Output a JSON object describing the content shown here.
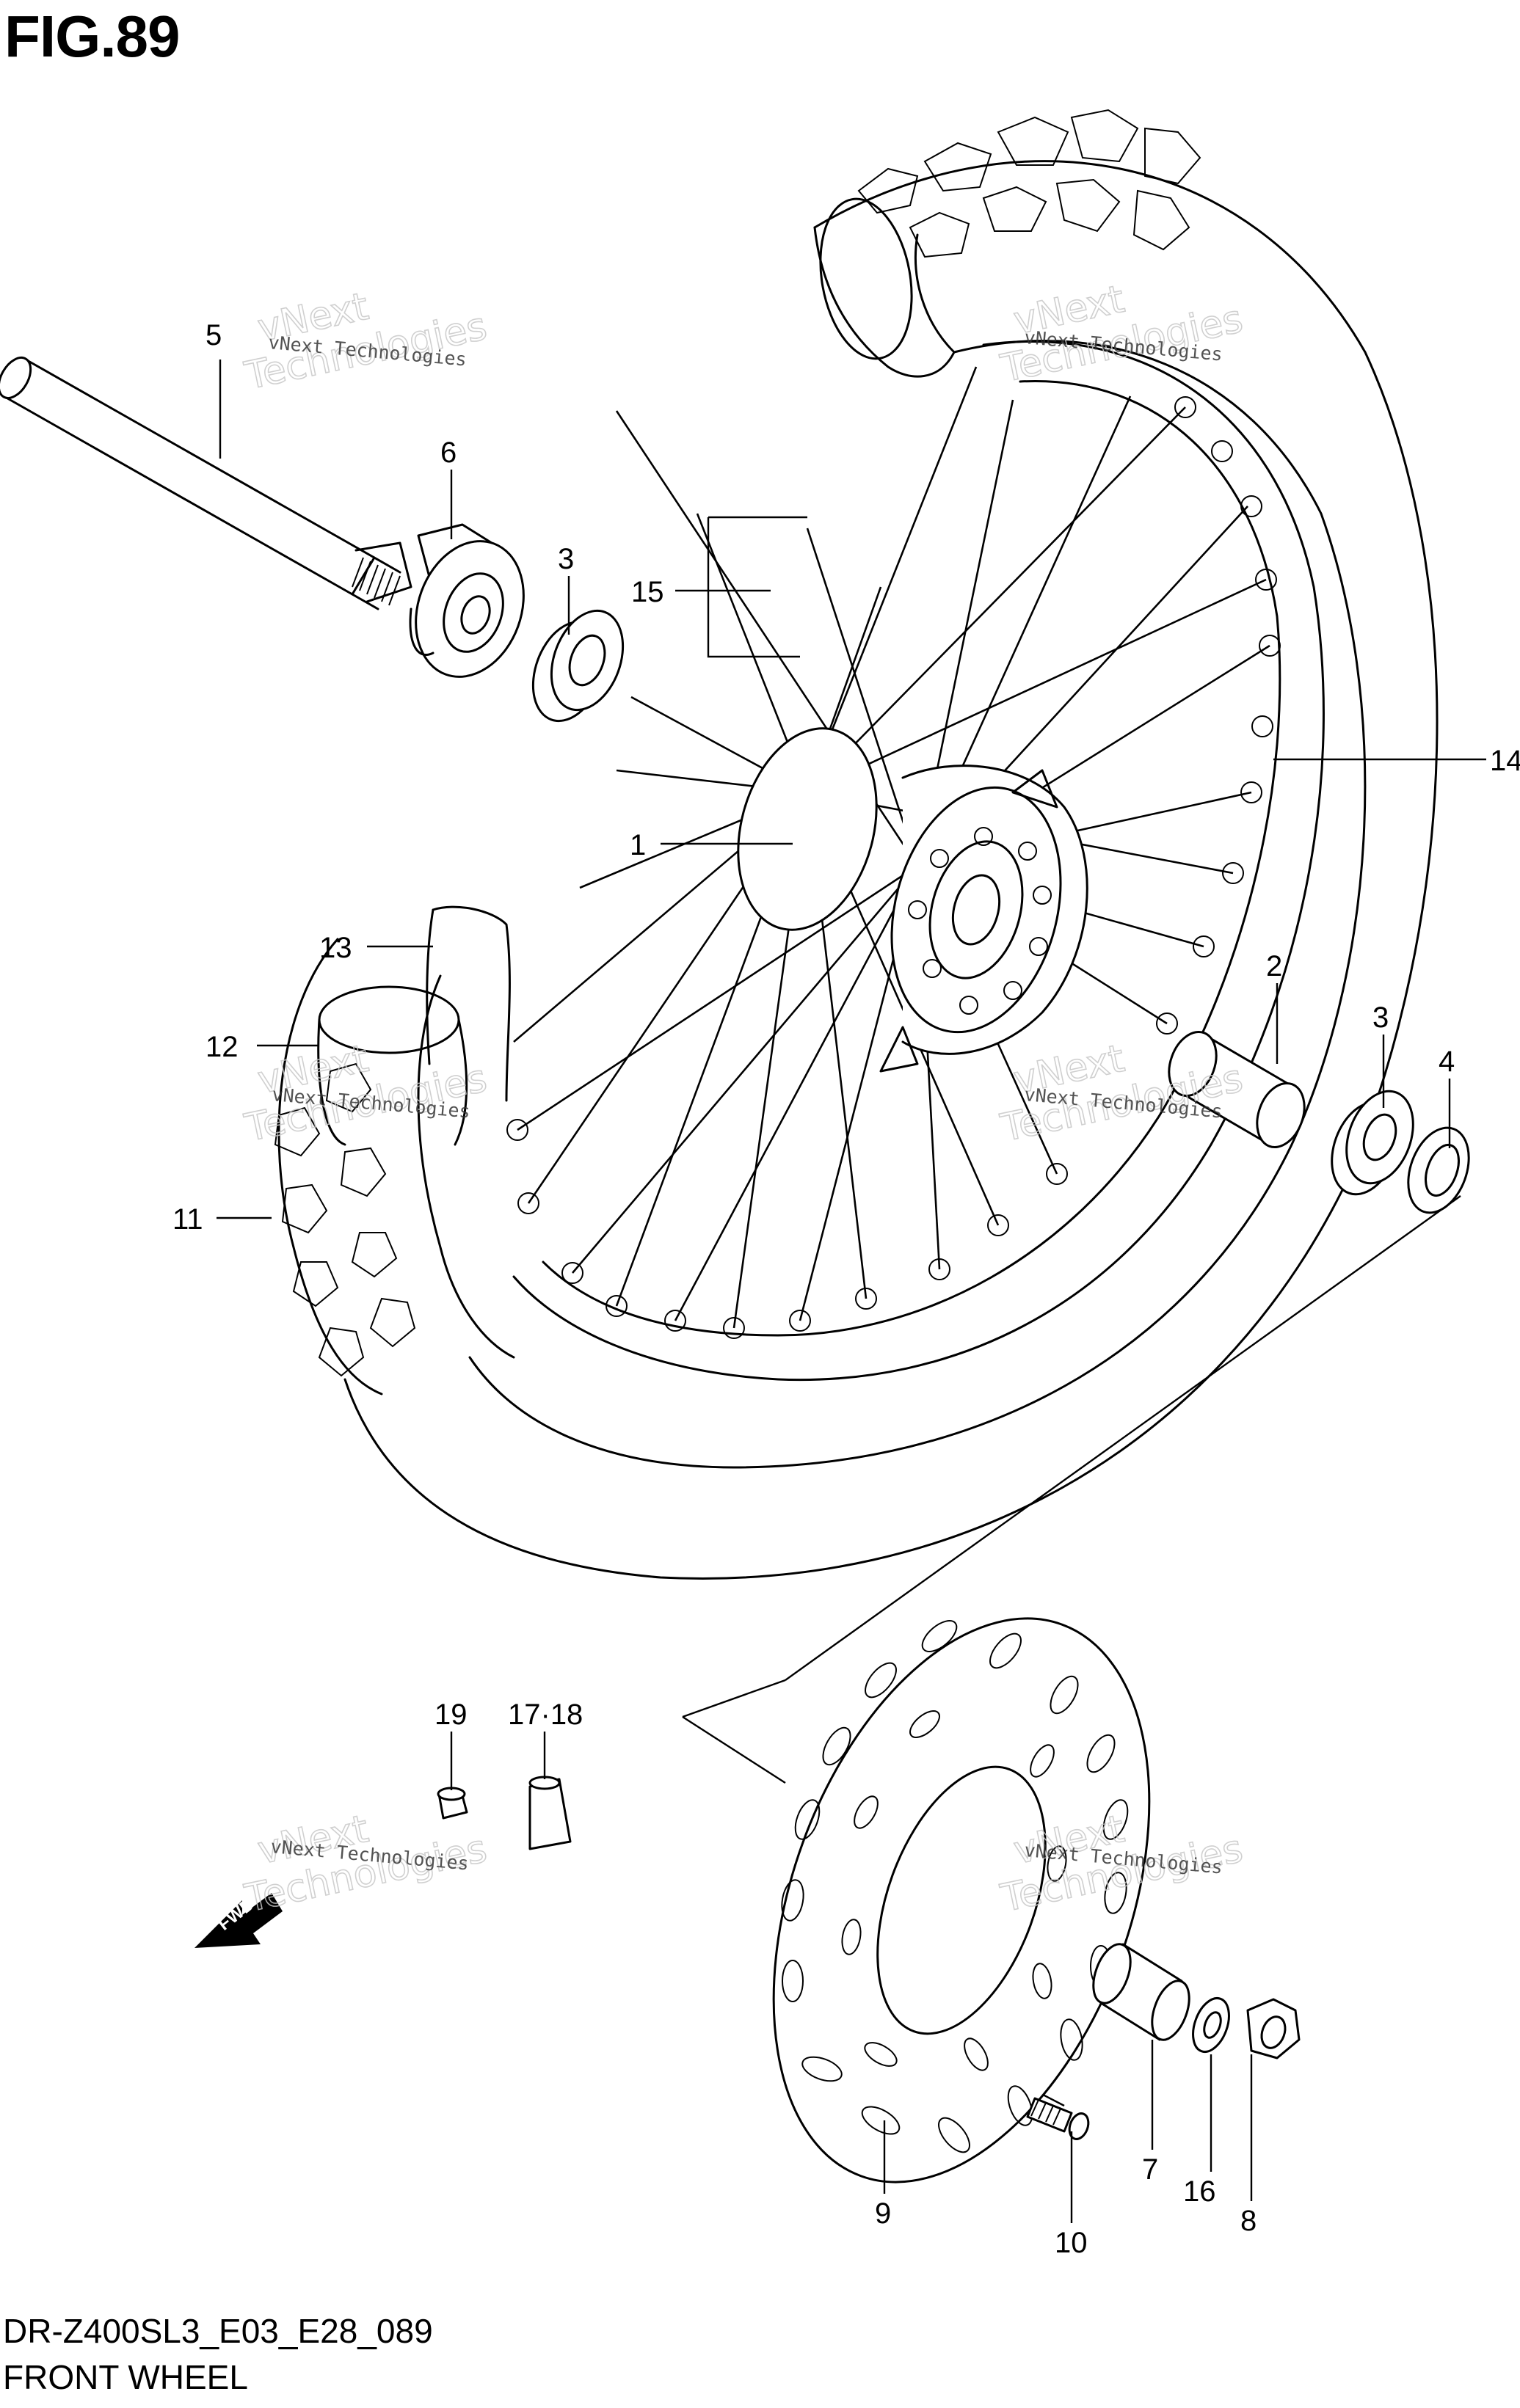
{
  "figure": {
    "title": "FIG.89",
    "model_code": "DR-Z400SL3_E03_E28_089",
    "caption": "FRONT WHEEL"
  },
  "watermark": {
    "small_text": "vNext Technologies",
    "large_line1": "vNext",
    "large_line2": "Technologies"
  },
  "arrow_label": "FWD",
  "callouts": {
    "c1": "1",
    "c2": "2",
    "c3a": "3",
    "c3b": "3",
    "c4": "4",
    "c5": "5",
    "c6": "6",
    "c7": "7",
    "c8": "8",
    "c9": "9",
    "c10": "10",
    "c11": "11",
    "c12": "12",
    "c13": "13",
    "c14": "14",
    "c15": "15",
    "c16": "16",
    "c17_18": "17·18",
    "c19": "19"
  },
  "icons": [
    "fwd-arrow-icon"
  ]
}
